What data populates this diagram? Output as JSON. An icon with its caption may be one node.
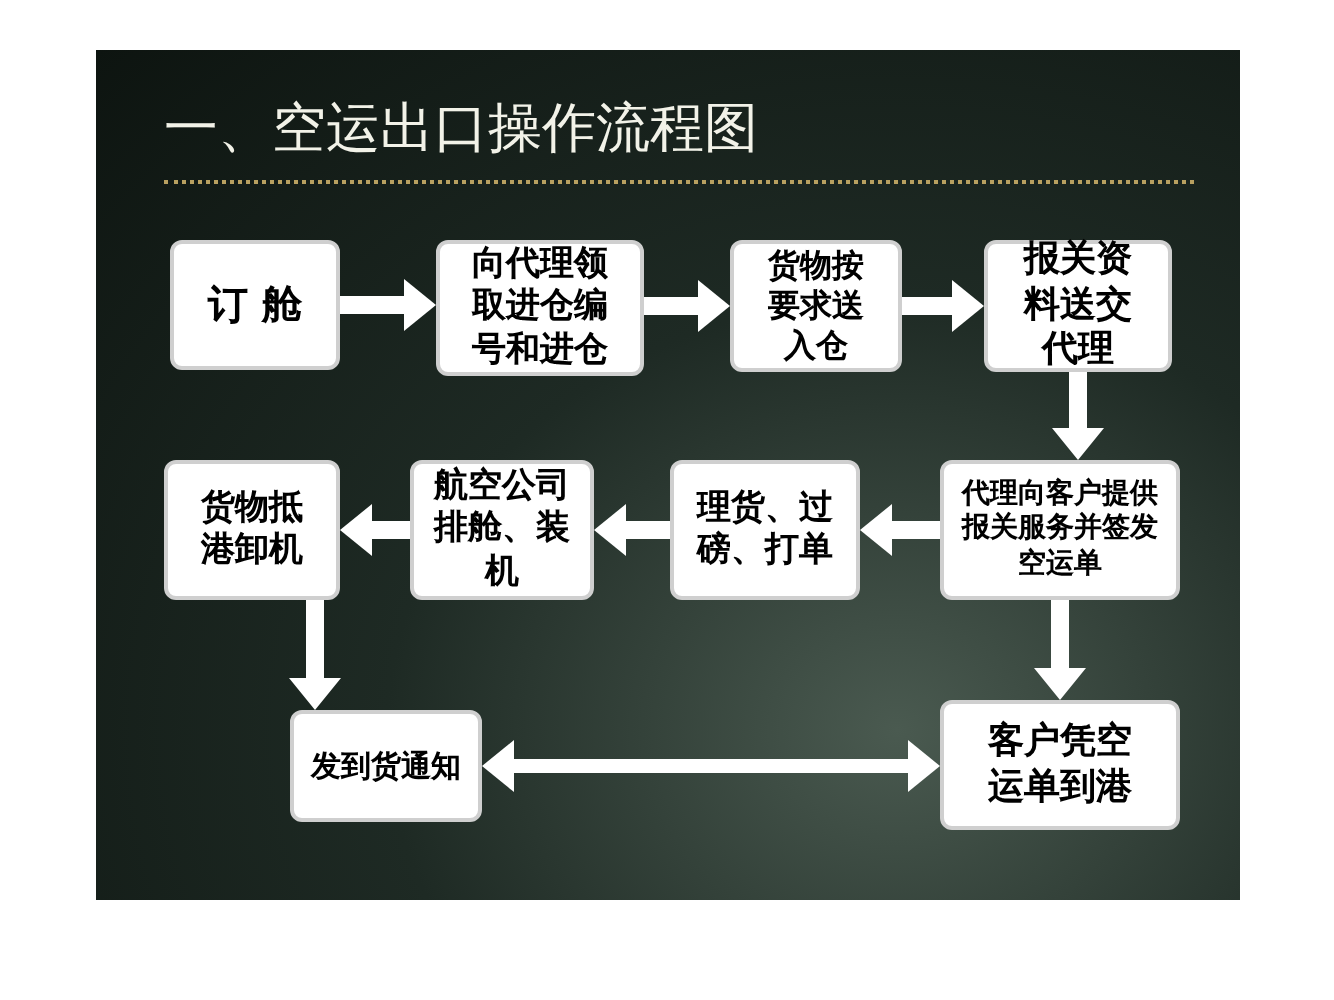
{
  "diagram": {
    "title": "一、空运出口操作流程图",
    "nodes": [
      {
        "text": [
          "订 舱"
        ]
      },
      {
        "text": [
          "向代理领取进仓编号和进仓"
        ]
      },
      {
        "text": [
          "货物按要求送入仓"
        ]
      },
      {
        "text": [
          "报关资料送交代理"
        ]
      },
      {
        "text": [
          "代理向客户提供报关服务并签发空运单"
        ]
      },
      {
        "text": [
          "理货、过磅、打单"
        ]
      },
      {
        "text": [
          "航空公司排舱、装机"
        ]
      },
      {
        "text": [
          "货物抵港卸机"
        ]
      },
      {
        "text": [
          "发到货通知"
        ]
      },
      {
        "text": [
          "客户凭空运单到港"
        ]
      }
    ],
    "edges": [
      {
        "from": 0,
        "to": 1,
        "arrow": "to"
      },
      {
        "from": 1,
        "to": 2,
        "arrow": "to"
      },
      {
        "from": 2,
        "to": 3,
        "arrow": "to"
      },
      {
        "from": 3,
        "to": 4,
        "arrow": "to"
      },
      {
        "from": 4,
        "to": 5,
        "arrow": "to"
      },
      {
        "from": 5,
        "to": 6,
        "arrow": "to"
      },
      {
        "from": 6,
        "to": 7,
        "arrow": "to"
      },
      {
        "from": 7,
        "to": 8,
        "arrow": "to"
      },
      {
        "from": 4,
        "to": 9,
        "arrow": "to"
      },
      {
        "from": 8,
        "to": 9,
        "arrow": "both"
      }
    ]
  }
}
